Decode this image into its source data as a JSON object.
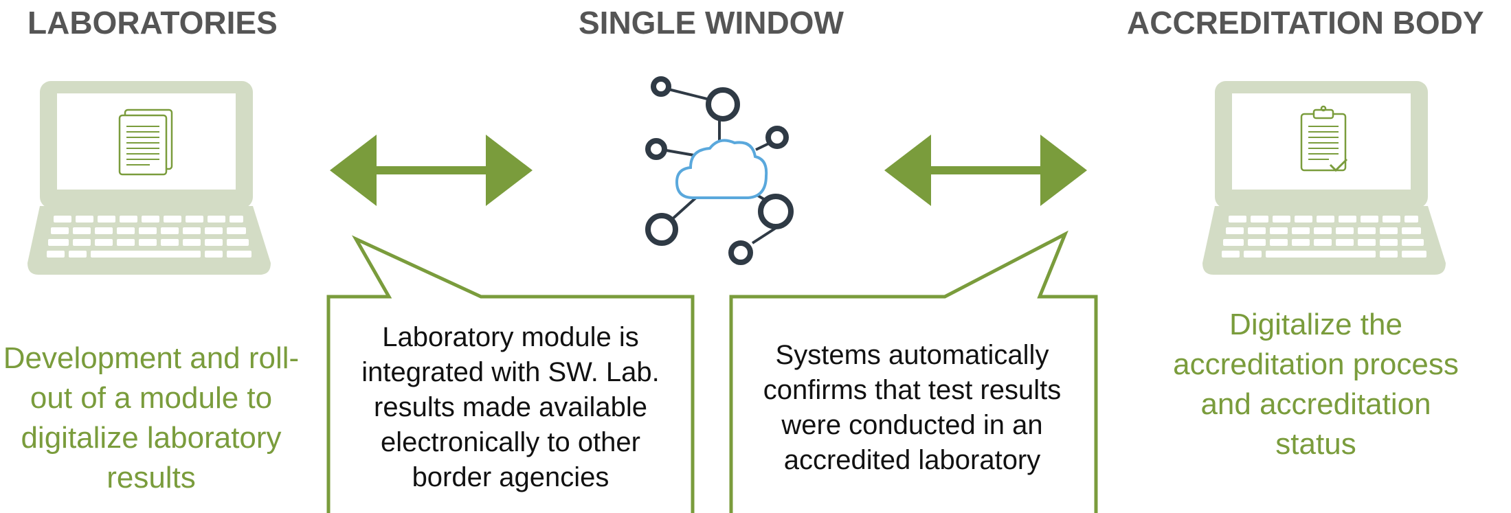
{
  "columns": {
    "laboratories": {
      "heading": "LABORATORIES",
      "description": "Development and roll-out of a module to digitalize laboratory results",
      "icon": "laptop-documents-icon"
    },
    "single_window": {
      "heading": "SINGLE WINDOW",
      "icon": "cloud-network-icon"
    },
    "accreditation_body": {
      "heading": "ACCREDITATION BODY",
      "description": "Digitalize the accreditation process and accreditation status",
      "icon": "laptop-clipboard-icon"
    }
  },
  "callouts": {
    "left": "Laboratory module is integrated with SW. Lab. results made available electronically to other border agencies",
    "right": "Systems automatically confirms that test results were conducted in an accredited laboratory"
  },
  "colors": {
    "heading": "#555555",
    "green": "#7a9c3c",
    "laptop": "#d3dcc5",
    "node": "#2f3a45",
    "cloud": "#5aa8dc"
  }
}
